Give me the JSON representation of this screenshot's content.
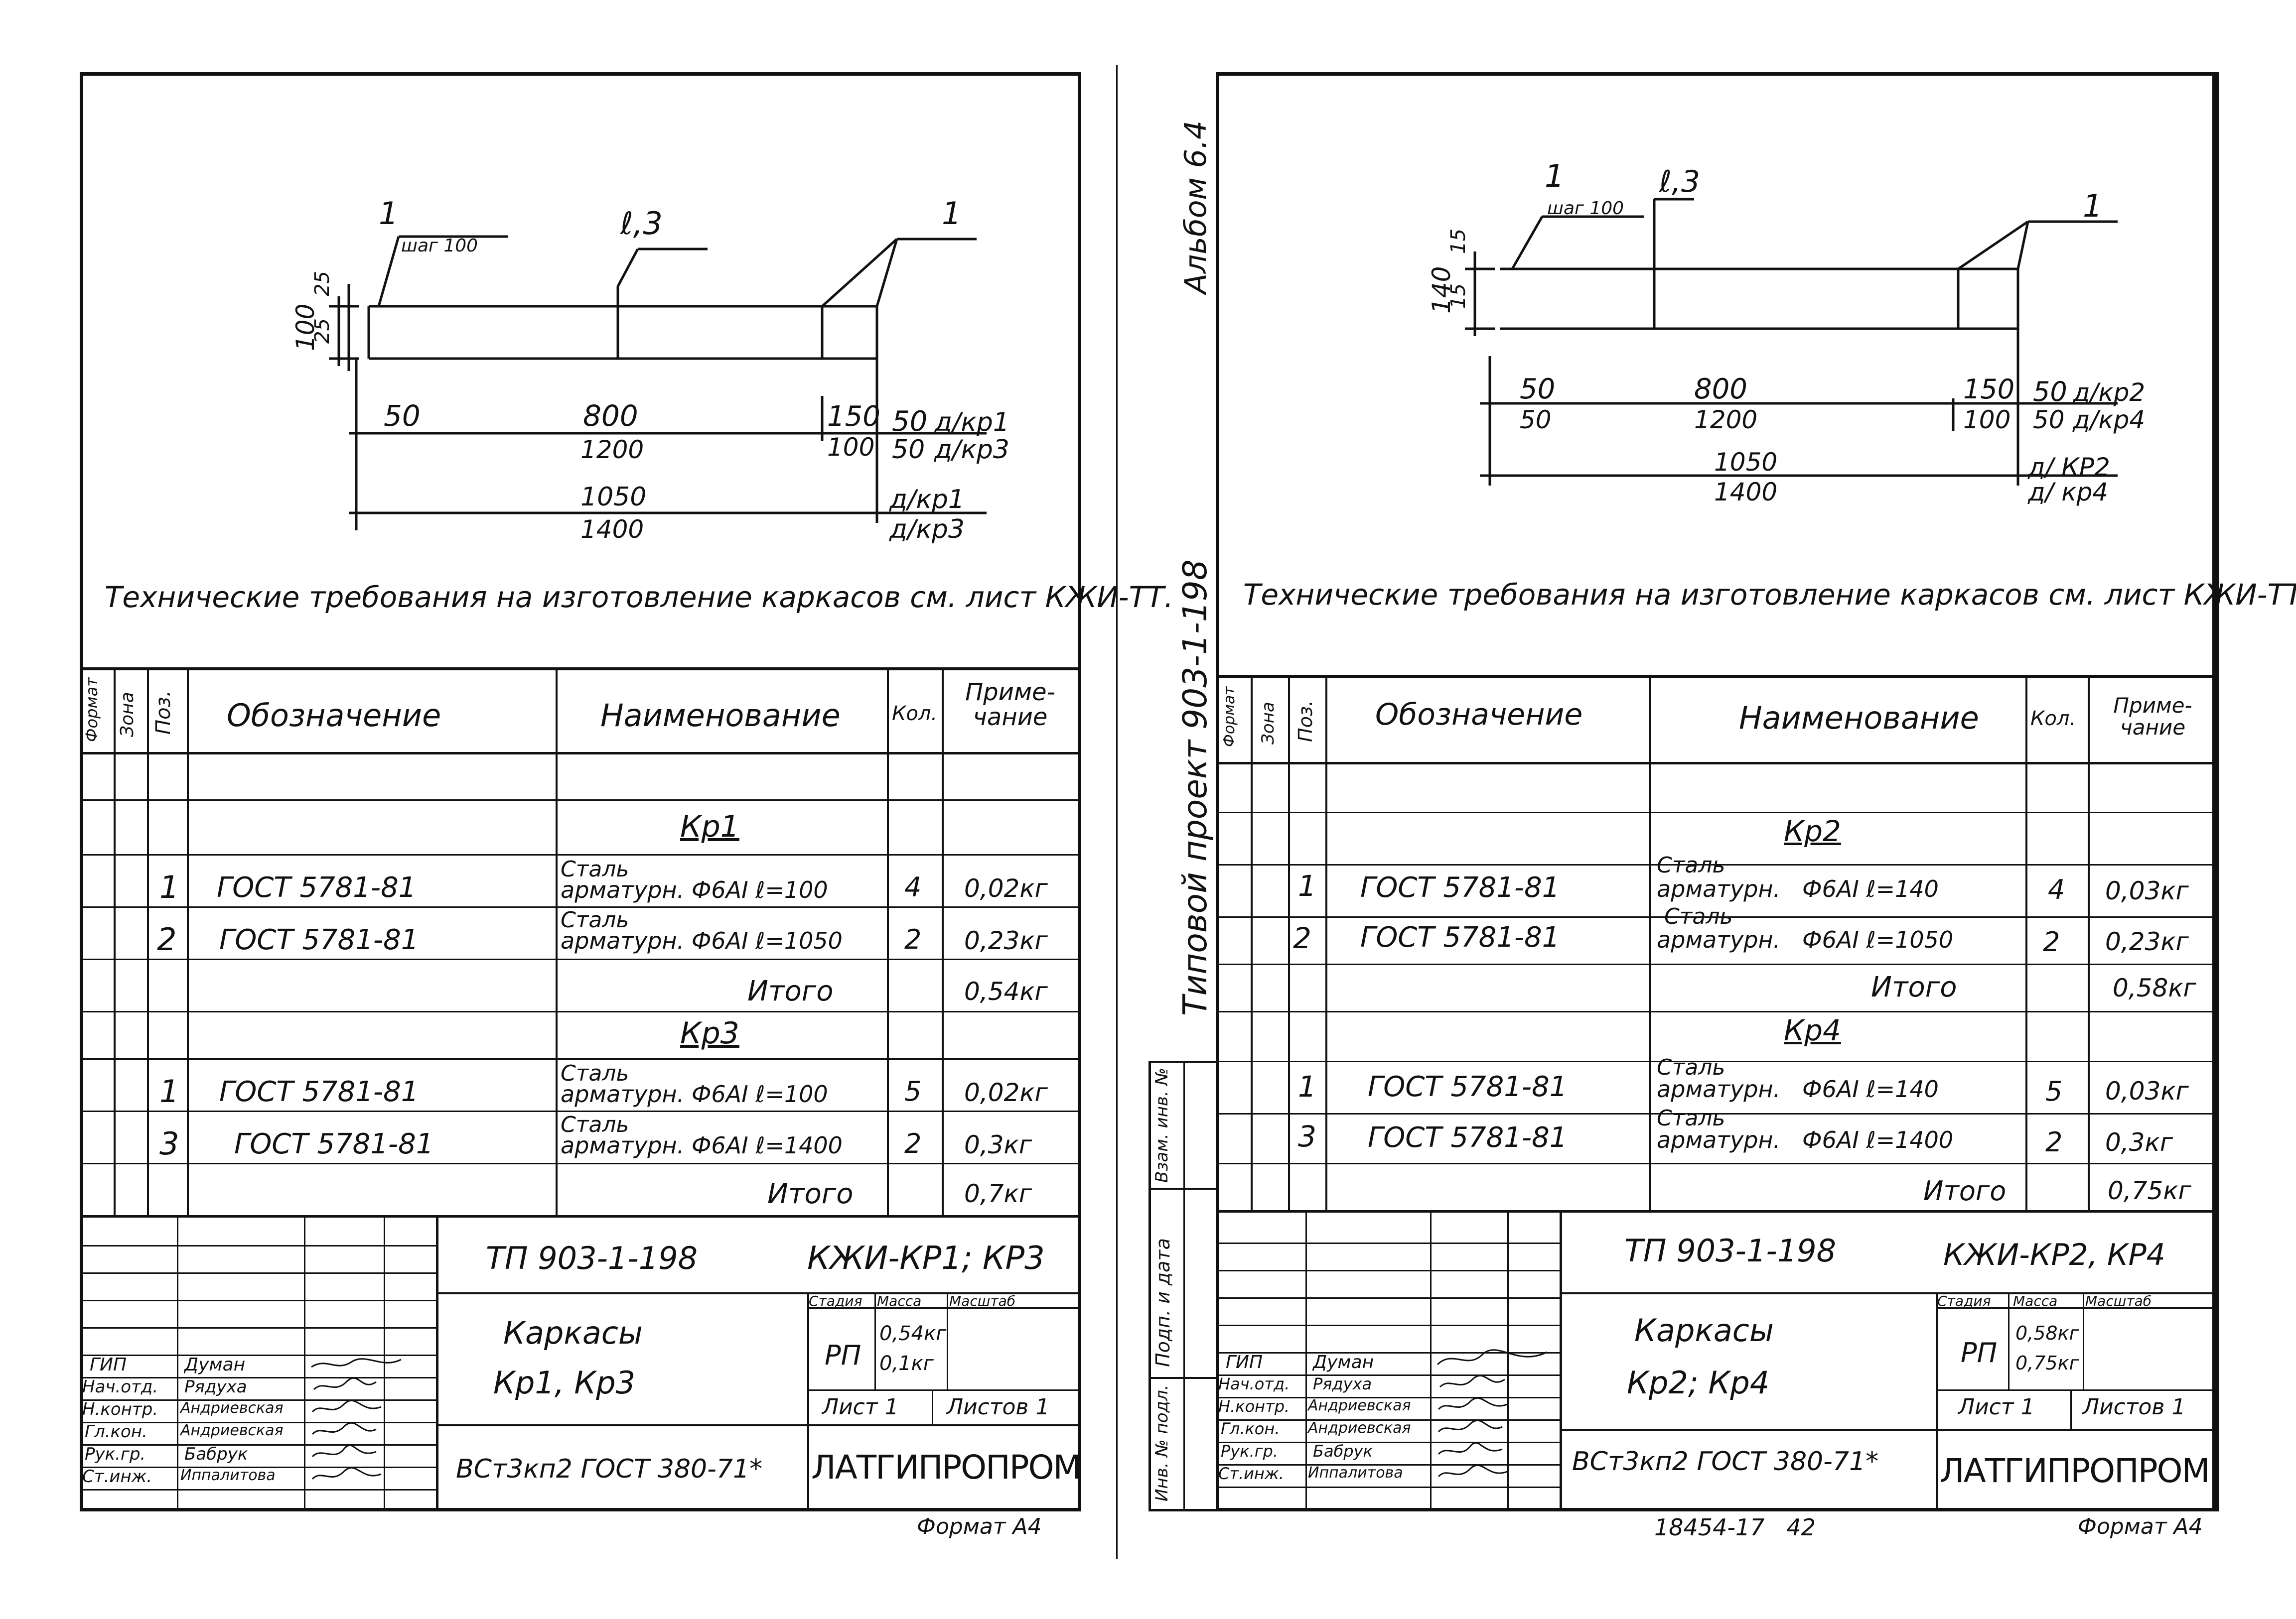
{
  "left": {
    "drawing": {
      "callout_left_num": "1",
      "callout_left_sub": "шаг 100",
      "callout_mid": "ℓ,3",
      "callout_right_num": "1",
      "dim_v_total": "100",
      "dim_v_top": "25",
      "dim_v_bot": "25",
      "d50": "50",
      "d800": "800",
      "d1200": "1200",
      "d150": "150",
      "d100": "100",
      "r50a": "50",
      "r_kr_a": "д/кр1",
      "r50b": "50",
      "r_kr_b": "д/кр3",
      "d1050": "1050",
      "d1400": "1400",
      "r_tot_a": "д/кр1",
      "r_tot_b": "д/кр3"
    },
    "tech_note": "Технические требования на изготовление каркасов см. лист КЖИ-ТТ.",
    "table": {
      "headers": {
        "format": "Формат",
        "zone": "Зона",
        "pos": "Поз.",
        "designation": "Обозначение",
        "name": "Наименование",
        "qty": "Кол.",
        "note": "Приме-чание"
      },
      "group1": "Кр1",
      "rows1": [
        {
          "pos": "1",
          "designation": "ГОСТ 5781-81",
          "name_top": "Сталь",
          "name_bot": "арматурн. Ф6АI ℓ=100",
          "qty": "4",
          "note": "0,02кг"
        },
        {
          "pos": "2",
          "designation": "ГОСТ 5781-81",
          "name_top": "Сталь",
          "name_bot": "арматурн. Ф6АI ℓ=1050",
          "qty": "2",
          "note": "0,23кг"
        }
      ],
      "total1_label": "Итого",
      "total1_value": "0,54кг",
      "group2": "Кр3",
      "rows2": [
        {
          "pos": "1",
          "designation": "ГОСТ 5781-81",
          "name_top": "Сталь",
          "name_bot": "арматурн. Ф6АI ℓ=100",
          "qty": "5",
          "note": "0,02кг"
        },
        {
          "pos": "3",
          "designation": "ГОСТ 5781-81",
          "name_top": "Сталь",
          "name_bot": "арматурн. Ф6АI ℓ=1400",
          "qty": "2",
          "note": "0,3кг"
        }
      ],
      "total2_label": "Итого",
      "total2_value": "0,7кг"
    },
    "stamp": {
      "project": "ТП 903-1-198",
      "code": "КЖИ-КР1; КР3",
      "title1": "Каркасы",
      "title2": "Кр1, Кр3",
      "stage_h": "Стадия",
      "mass_h": "Масса",
      "scale_h": "Масштаб",
      "stage": "РП",
      "mass1": "0,54кг",
      "mass2": "0,1кг",
      "sheet": "Лист 1",
      "sheets": "Листов 1",
      "material": "ВСт3кп2 ГОСТ 380-71*",
      "org": "ЛАТГИПРОПРОМ",
      "roles": [
        "ГИП",
        "Нач.отд.",
        "Н.контр.",
        "Гл.кон.",
        "Рук.гр.",
        "Ст.инж."
      ],
      "names": [
        "Думан",
        "Рядуха",
        "Андриевская",
        "Андриевская",
        "Бабрук",
        "Иппалитова"
      ]
    },
    "format": "Формат А4"
  },
  "right": {
    "album": "Альбом 6.4",
    "project_side": "Типовой проект 903-1-198",
    "side_box": [
      "Инв. № подл.",
      "Подп. и дата",
      "Взам. инв. №"
    ],
    "drawing": {
      "callout_left_num": "1",
      "callout_left_sub": "шаг 100",
      "callout_mid": "ℓ,3",
      "callout_right_num": "1",
      "dim_v_total": "140",
      "dim_v_top": "15",
      "dim_v_bot": "15",
      "d50a": "50",
      "d50b": "50",
      "d800": "800",
      "d1200": "1200",
      "d150": "150",
      "d100": "100",
      "r50a": "50",
      "r_kr_a": "д/кр2",
      "r50b": "50",
      "r_kr_b": "д/кр4",
      "d1050": "1050",
      "d1400": "1400",
      "r_tot_a": "д/ КР2",
      "r_tot_b": "д/ кр4"
    },
    "tech_note": "Технические требования на изготовление каркасов см. лист КЖИ-ТТ",
    "table": {
      "headers": {
        "format": "Формат",
        "zone": "Зона",
        "pos": "Поз.",
        "designation": "Обозначение",
        "name": "Наименование",
        "qty": "Кол.",
        "note": "Приме-чание"
      },
      "group1": "Кр2",
      "rows1": [
        {
          "pos": "1",
          "designation": "ГОСТ 5781-81",
          "name_top": "Сталь",
          "name_bot": "арматурн.   Ф6АI ℓ=140",
          "qty": "4",
          "note": "0,03кг"
        },
        {
          "pos": "2",
          "designation": "ГОСТ 5781-81",
          "name_top": "Сталь",
          "name_bot": "арматурн.   Ф6АI ℓ=1050",
          "qty": "2",
          "note": "0,23кг"
        }
      ],
      "total1_label": "Итого",
      "total1_value": "0,58кг",
      "group2": "Кр4",
      "rows2": [
        {
          "pos": "1",
          "designation": "ГОСТ 5781-81",
          "name_top": "Сталь",
          "name_bot": "арматурн.   Ф6АI ℓ=140",
          "qty": "5",
          "note": "0,03кг"
        },
        {
          "pos": "3",
          "designation": "ГОСТ 5781-81",
          "name_top": "Сталь",
          "name_bot": "арматурн.   Ф6АI ℓ=1400",
          "qty": "2",
          "note": "0,3кг"
        }
      ],
      "total2_label": "Итого",
      "total2_value": "0,75кг"
    },
    "stamp": {
      "project": "ТП 903-1-198",
      "code": "КЖИ-КР2, КР4",
      "title1": "Каркасы",
      "title2": "Кр2; Кр4",
      "stage_h": "Стадия",
      "mass_h": "Масса",
      "scale_h": "Масштаб",
      "stage": "РП",
      "mass1": "0,58кг",
      "mass2": "0,75кг",
      "sheet": "Лист 1",
      "sheets": "Листов 1",
      "material": "ВСт3кп2 ГОСТ 380-71*",
      "org": "ЛАТГИПРОПРОМ",
      "roles": [
        "ГИП",
        "Нач.отд.",
        "Н.контр.",
        "Гл.кон.",
        "Рук.гр.",
        "Ст.инж."
      ],
      "names": [
        "Думан",
        "Рядуха",
        "Андриевская",
        "Андриевская",
        "Бабрук",
        "Иппалитова"
      ]
    },
    "footer_num": "18454-17   42",
    "format": "Формат А4"
  }
}
